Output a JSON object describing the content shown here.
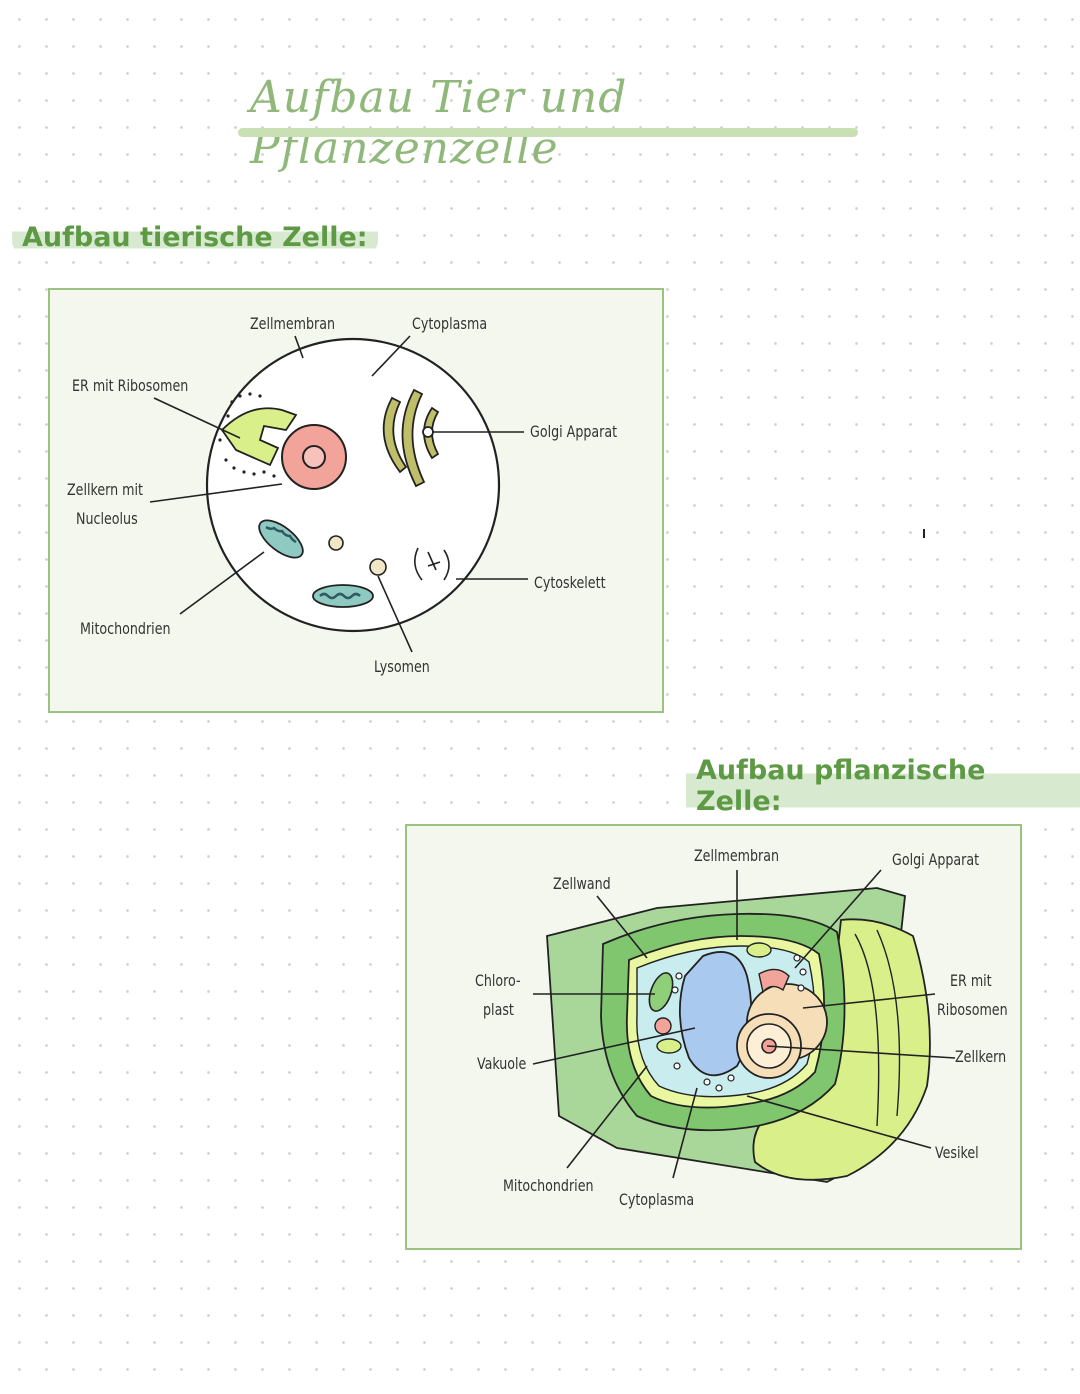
{
  "title": "Aufbau Tier und Pflanzenzelle",
  "animal_cell": {
    "heading": "Aufbau tierische Zelle:",
    "labels": {
      "zellmembran": "Zellmembran",
      "cytoplasma": "Cytoplasma",
      "er": "ER mit Ribosomen",
      "golgi": "Golgi Apparat",
      "zellkern_1": "Zellkern mit",
      "zellkern_2": "Nucleolus",
      "cytoskelett": "Cytoskelett",
      "mitochondrien": "Mitochondrien",
      "lysomen": "Lysomen"
    }
  },
  "plant_cell": {
    "heading": "Aufbau pflanzische Zelle:",
    "labels": {
      "zellmembran": "Zellmembran",
      "golgi": "Golgi Apparat",
      "zellwand": "Zellwand",
      "chloroplast_1": "Chloro-",
      "chloroplast_2": "plast",
      "er_1": "ER mit",
      "er_2": "Ribosomen",
      "vakuole": "Vakuole",
      "zellkern": "Zellkern",
      "vesikel": "Vesikel",
      "mitochondrien": "Mitochondrien",
      "cytoplasma": "Cytoplasma"
    }
  },
  "colors": {
    "accent_green": "#8fb87a",
    "heading_green": "#5e9a45",
    "panel_bg": "#f3f7ee",
    "panel_border": "#9cc282",
    "nucleus_pink": "#f2a39a",
    "er_lime": "#d9ef8a",
    "golgi_olive": "#bfbf6a",
    "mito_teal": "#8ec9c2",
    "vacuole_blue": "#a9c9ef",
    "cell_wall_green": "#8fcf7a"
  }
}
